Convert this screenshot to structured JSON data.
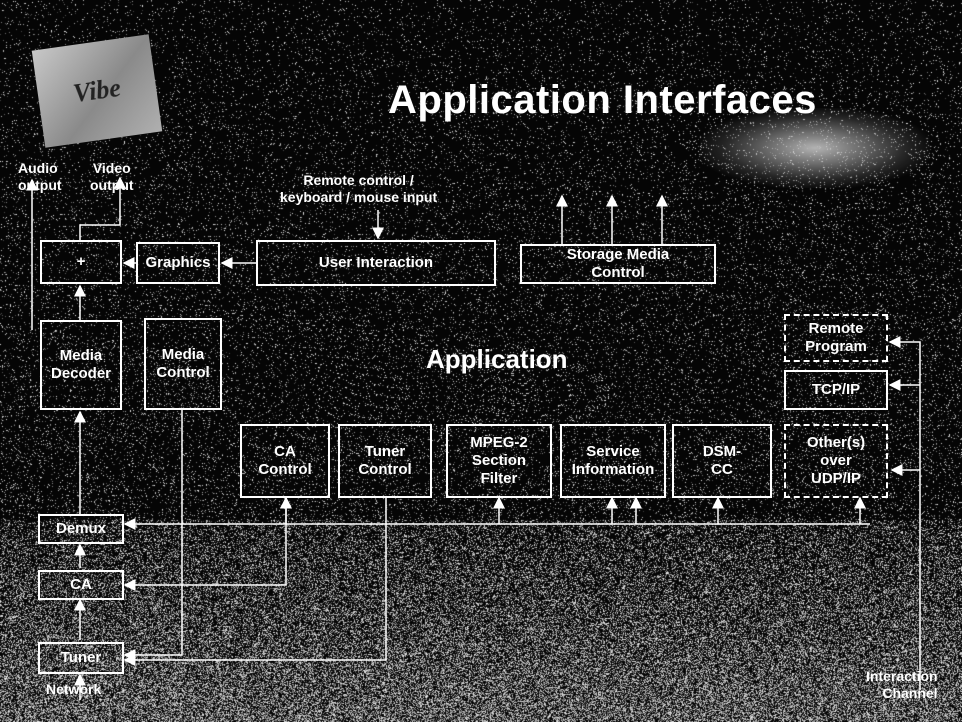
{
  "title": "Application Interfaces",
  "logo_text": "Vibe",
  "labels": {
    "audio_output": "Audio\noutput",
    "video_output": "Video\noutput",
    "remote_input": "Remote control /\nkeyboard / mouse input",
    "application": "Application",
    "network": "Network",
    "interaction_channel": "Interaction\nChannel"
  },
  "boxes": {
    "mixer": "+",
    "graphics": "Graphics",
    "user_interaction": "User Interaction",
    "storage_media_control": "Storage Media\nControl",
    "media_decoder": "Media\nDecoder",
    "media_control": "Media\nControl",
    "remote_program": "Remote\nProgram",
    "tcp_ip": "TCP/IP",
    "ca_control": "CA\nControl",
    "tuner_control": "Tuner\nControl",
    "mpeg2_section_filter": "MPEG-2\nSection\nFilter",
    "service_information": "Service\nInformation",
    "dsm_cc": "DSM-\nCC",
    "others_udp_ip": "Other(s)\nover\nUDP/IP",
    "demux": "Demux",
    "ca": "CA",
    "tuner": "Tuner"
  }
}
